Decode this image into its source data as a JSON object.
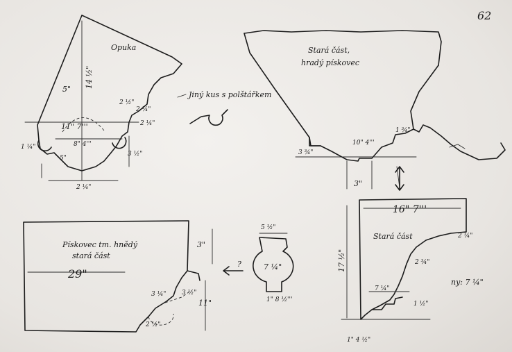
{
  "page_number": "62",
  "top_left": {
    "title": "Opuka",
    "dims": [
      "5\"",
      "14 ½\"",
      "11\" 7'''",
      "8\" 4'''",
      "2 ½\"",
      "2 ¼\"",
      "1 ¼\"",
      "2 ¼\"",
      "3 ½\"",
      "5\"",
      "2 ¼\""
    ]
  },
  "note": "Jiný kus s polštářkem",
  "top_right": {
    "title_line1": "Stará část,",
    "title_line2": "hradý pískovec",
    "dims": [
      "10\" 4'''",
      "3 ¾\"",
      "1 ¾\"",
      "3\""
    ]
  },
  "bottom_left": {
    "title_line1": "Pískovec tm. hnědý",
    "title_line2": "stará část",
    "dims": [
      "29\"",
      "3\"",
      "11\"",
      "3 ¼\"",
      "3 ½\"",
      "2 ½\""
    ]
  },
  "bottom_middle": {
    "dims": [
      "5 ½\"",
      "7 ¼\"",
      "1\" 8 ½'''"
    ],
    "question": "?"
  },
  "bottom_right": {
    "title": "Stará část",
    "dims": [
      "16\" 7'''",
      "17 ½\"",
      "2 ¼\"",
      "2 ¾\"",
      "7 ¼\"",
      "1\" 4 ½\"",
      "1 ½\""
    ],
    "side_note": "ny: 7 ¼\""
  }
}
